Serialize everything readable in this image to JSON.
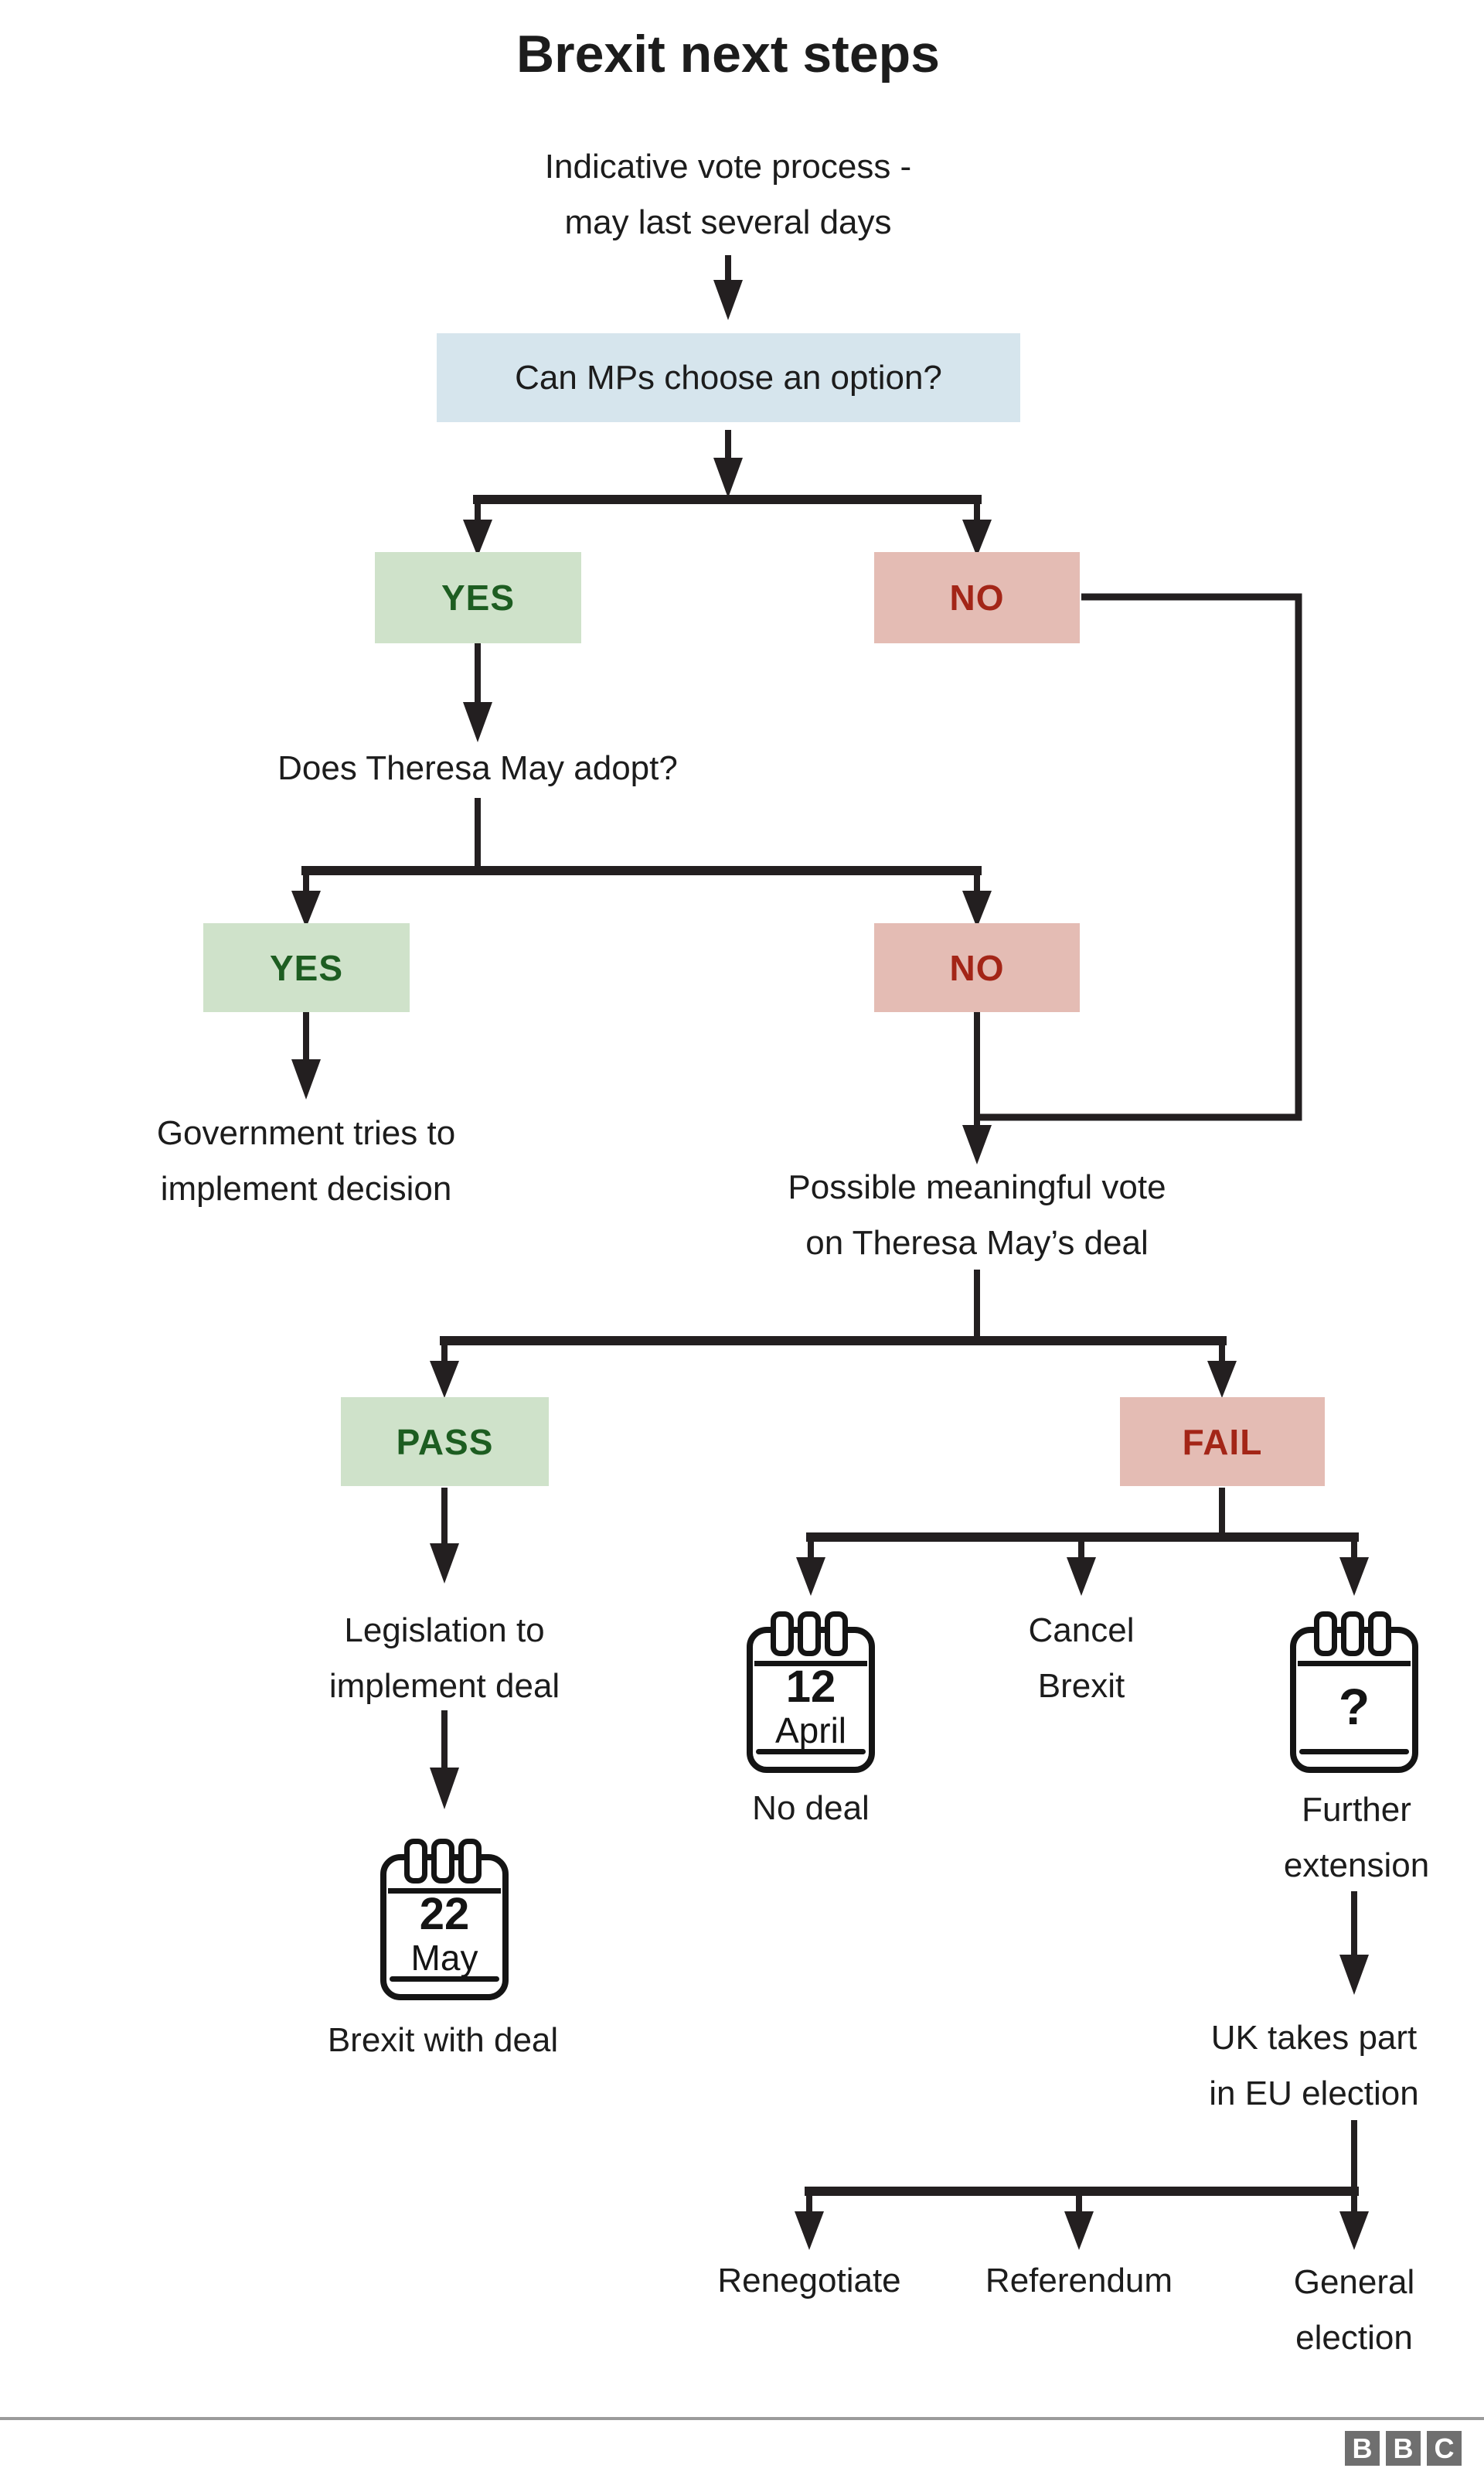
{
  "title": "Brexit next steps",
  "intro": {
    "line1": "Indicative vote process -",
    "line2": "may last several days"
  },
  "colors": {
    "box_blue": "#d6e5ed",
    "box_green": "#cfe2ca",
    "box_red": "#e4bcb4",
    "text_green": "#1d5d21",
    "text_red": "#a32517",
    "line": "#231f20",
    "divider": "#9b9b9b",
    "bbc_gray": "#6f6f6f"
  },
  "nodes": {
    "q1": "Can MPs choose an option?",
    "yes1": "YES",
    "no1": "NO",
    "q2": "Does Theresa May adopt?",
    "yes2": "YES",
    "no2": "NO",
    "gov": {
      "line1": "Government tries to",
      "line2": "implement decision"
    },
    "mv": {
      "line1": "Possible meaningful vote",
      "line2": "on Theresa May’s deal"
    },
    "pass": "PASS",
    "fail": "FAIL",
    "legislation": {
      "line1": "Legislation to",
      "line2": "implement deal"
    },
    "cal_may": {
      "day": "22",
      "month": "May"
    },
    "brexit_deal": "Brexit with deal",
    "cal_april": {
      "day": "12",
      "month": "April"
    },
    "no_deal": "No deal",
    "cancel": {
      "line1": "Cancel",
      "line2": "Brexit"
    },
    "cal_q": {
      "day": "?",
      "month": ""
    },
    "further": {
      "line1": "Further",
      "line2": "extension"
    },
    "eu_election": {
      "line1": "UK takes part",
      "line2": "in EU election"
    },
    "renegotiate": "Renegotiate",
    "referendum": "Referendum",
    "general": {
      "line1": "General",
      "line2": "election"
    }
  },
  "footer": {
    "logo_letters": [
      "B",
      "B",
      "C"
    ]
  }
}
